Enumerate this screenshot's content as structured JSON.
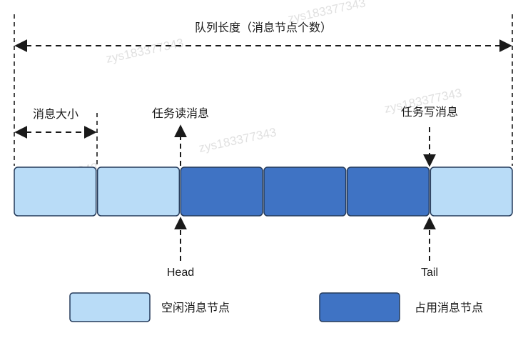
{
  "diagram": {
    "queue_length_label": "队列长度（消息节点个数）",
    "message_size_label": "消息大小",
    "task_read_label": "任务读消息",
    "task_write_label": "任务写消息",
    "head_label": "Head",
    "tail_label": "Tail",
    "nodes": [
      {
        "state": "free"
      },
      {
        "state": "free"
      },
      {
        "state": "used"
      },
      {
        "state": "used"
      },
      {
        "state": "used"
      },
      {
        "state": "free"
      }
    ],
    "legend": {
      "free_label": "空闲消息节点",
      "used_label": "占用消息节点"
    },
    "colors": {
      "free_fill": "#b9dcf7",
      "used_fill": "#3f73c4",
      "node_stroke": "#243a5a",
      "line": "#1a1a1a"
    },
    "watermark": "zys183377343"
  }
}
